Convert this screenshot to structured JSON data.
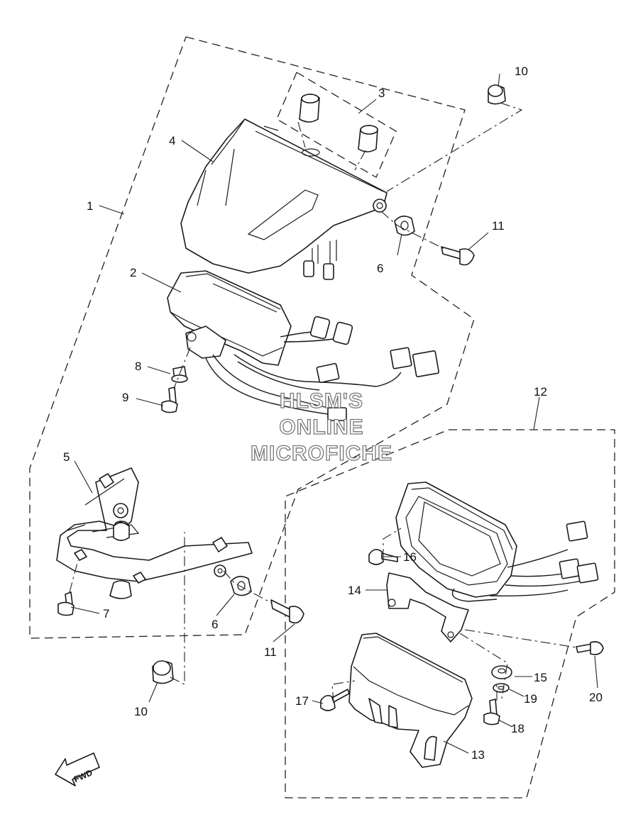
{
  "part_labels": {
    "p1": "1",
    "p2": "2",
    "p3": "3",
    "p4": "4",
    "p5": "5",
    "p6a": "6",
    "p6b": "6",
    "p7": "7",
    "p8": "8",
    "p9": "9",
    "p10a": "10",
    "p10b": "10",
    "p11a": "11",
    "p11b": "11",
    "p12": "12",
    "p13": "13",
    "p14": "14",
    "p15": "15",
    "p16": "16",
    "p17": "17",
    "p18": "18",
    "p19": "19",
    "p20": "20"
  },
  "watermark": {
    "line1": "HLSM'S",
    "line2": "ONLINE",
    "line3": "MICROFICHE"
  },
  "direction_arrow": {
    "label": "FWD"
  }
}
